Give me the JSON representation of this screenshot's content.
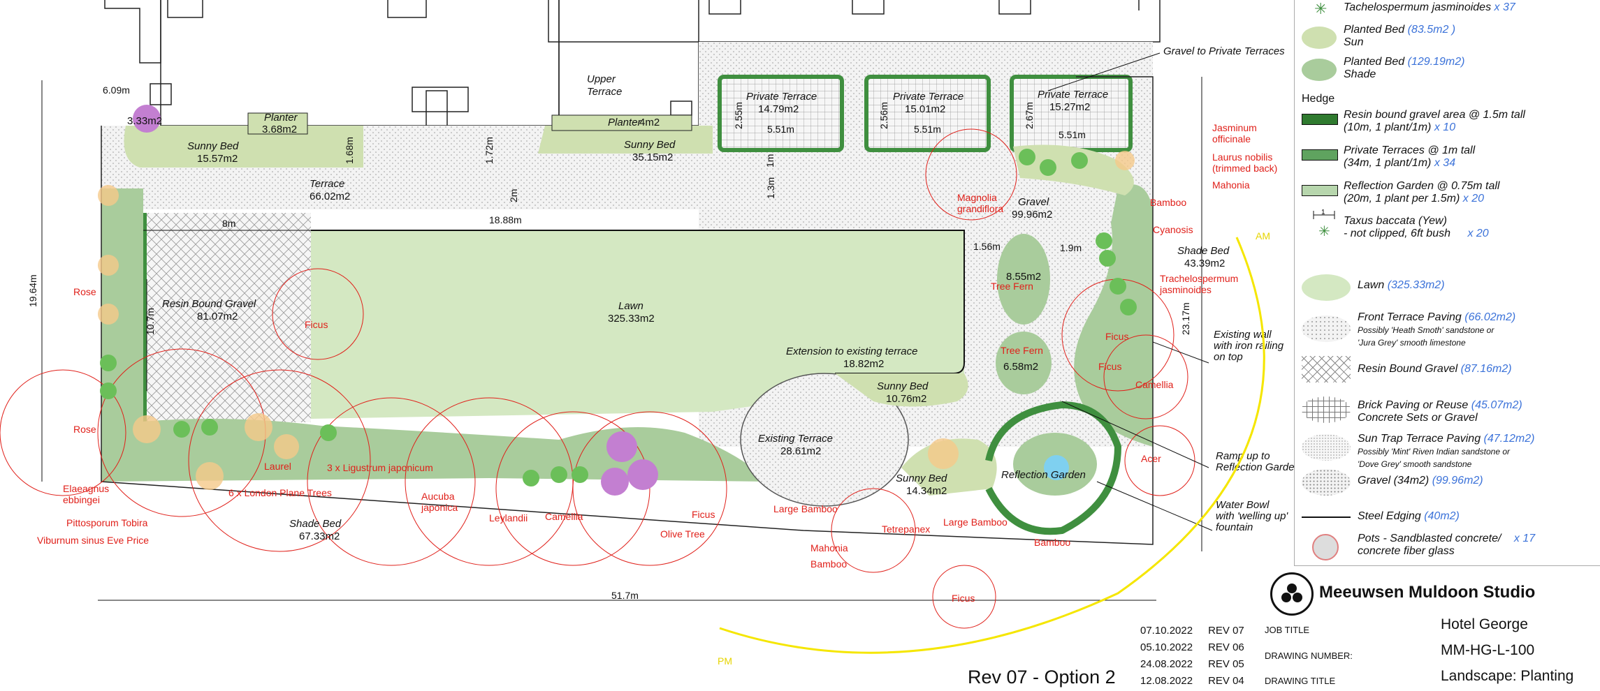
{
  "site_labels": {
    "upper_terrace_1": "Upper",
    "upper_terrace_2": "Terrace",
    "planter_1": "Planter",
    "planter_1_area": "3.68m2",
    "planter_2": "Planter",
    "planter_2_area": "4m2",
    "bed_333": "3.33m2",
    "sunny_bed_1": "Sunny Bed",
    "sunny_bed_1_area": "15.57m2",
    "sunny_bed_2": "Sunny Bed",
    "sunny_bed_2_area": "35.15m2",
    "terrace": "Terrace",
    "terrace_area": "66.02m2",
    "pt1": "Private Terrace",
    "pt1_area": "14.79m2",
    "pt2": "Private Terrace",
    "pt2_area": "15.01m2",
    "pt3": "Private Terrace",
    "pt3_area": "15.27m2",
    "resin": "Resin Bound Gravel",
    "resin_area": "81.07m2",
    "lawn": "Lawn",
    "lawn_area": "325.33m2",
    "extension": "Extension to existing terrace",
    "extension_area": "18.82m2",
    "sunny_bed_3": "Sunny Bed",
    "sunny_bed_3_area": "10.76m2",
    "existing_terrace": "Existing Terrace",
    "existing_terrace_area": "28.61m2",
    "sunny_bed_4": "Sunny Bed",
    "sunny_bed_4_area": "14.34m2",
    "gravel": "Gravel",
    "gravel_area": "99.96m2",
    "bed_855": "8.55m2",
    "bed_658": "6.58m2",
    "shade_bed_1": "Shade Bed",
    "shade_bed_1_area": "43.39m2",
    "shade_bed_2": "Shade Bed",
    "shade_bed_2_area": "67.33m2",
    "reflection": "Reflection Garden"
  },
  "dimensions": {
    "d609": "6.09m",
    "d168": "1.68m",
    "d172": "1.72m",
    "d255": "2.55m",
    "d256": "2.56m",
    "d267": "2.67m",
    "d551a": "5.51m",
    "d551b": "5.51m",
    "d551c": "5.51m",
    "d1m": "1m",
    "d13m": "1.3m",
    "d2m": "2m",
    "d8m": "8m",
    "d1888": "18.88m",
    "d1964": "19.64m",
    "d107": "10.7m",
    "d156": "1.56m",
    "d19": "1.9m",
    "d2317": "23.17m",
    "d517": "51.7m"
  },
  "plants": {
    "jasminum": "Jasminum\nofficinale",
    "laurus": "Laurus nobilis\n(trimmed back)",
    "mahonia1": "Mahonia",
    "magnolia": "Magnolia\ngrandiflora",
    "bamboo1": "Bamboo",
    "cyanosis": "Cyanosis",
    "trachelo": "Trachelospermum\njasminoides",
    "tree_fern1": "Tree Fern",
    "tree_fern2": "Tree Fern",
    "ficus1": "Ficus",
    "ficus2": "Ficus",
    "ficus3": "Ficus",
    "ficus4": "Ficus",
    "ficus5": "Ficus",
    "camellia1": "Camellia",
    "acer": "Acer",
    "rose1": "Rose",
    "rose2": "Rose",
    "elaeagnus": "Elaeagnus\nebbingei",
    "london_plane": "6 x London Plane Trees",
    "ligustrum": "3 x Ligustrum japonicum",
    "laurel": "Laurel",
    "pittosporum": "Pittosporum Tobira",
    "viburnum": "Viburnum sinus Eve Price",
    "aucuba": "Aucuba\njaponica",
    "leylandii": "Leylandii",
    "camellia2": "Camellia",
    "olive": "Olive Tree",
    "large_bamboo1": "Large Bamboo",
    "mahonia2": "Mahonia",
    "bamboo2": "Bamboo",
    "tetrepanex": "Tetrepanex",
    "large_bamboo2": "Large Bamboo",
    "bamboo3": "Bamboo"
  },
  "notes": {
    "gravel_private": "Gravel to Private Terraces",
    "existing_wall": "Existing wall\nwith iron railing\non top",
    "ramp": "Ramp up to\nReflection Garden",
    "water_bowl": "Water Bowl\nwith 'welling up'\nfountain",
    "am": "AM",
    "pm": "PM"
  },
  "legend": {
    "trachelo": {
      "name": "Tachelospermum jasminoides",
      "qty": "x 37"
    },
    "planted_sun": {
      "name1": "Planted Bed",
      "name2": "Sun",
      "area": "(83.5m2 )"
    },
    "planted_shade": {
      "name1": "Planted Bed",
      "name2": "Shade",
      "area": "(129.19m2)"
    },
    "hedge_title": "Hedge",
    "resin_hedge": {
      "name1": "Resin bound gravel area  @ 1.5m tall",
      "name2": "(10m, 1 plant/1m)",
      "qty": "x 10"
    },
    "private_hedge": {
      "name1": "Private Terraces  @ 1m tall",
      "name2": "(34m, 1 plant/1m)",
      "qty": "x 34"
    },
    "reflection_hedge": {
      "name1": "Reflection Garden @ 0.75m tall",
      "name2": "(20m, 1 plant per 1.5m)",
      "qty": "x 20"
    },
    "taxus": {
      "name1": "Taxus baccata (Yew)",
      "name2": "- not clipped, 6ft bush",
      "qty": "x 20",
      "mark": "1"
    },
    "lawn": {
      "name": "Lawn",
      "area": "(325.33m2)"
    },
    "front_paving": {
      "name": "Front Terrace Paving",
      "area": "(66.02m2)",
      "note1": "Possibly 'Heath Smoth' sandstone or",
      "note2": "'Jura Grey' smooth limestone"
    },
    "resin_gravel": {
      "name": "Resin Bound Gravel",
      "area": "(87.16m2)"
    },
    "brick": {
      "name1": "Brick Paving or Reuse",
      "name2": "Concrete Sets or Gravel",
      "area": "(45.07m2)"
    },
    "suntrap": {
      "name": "Sun Trap Terrace Paving",
      "area": "(47.12m2)",
      "note1": "Possibly 'Mint' Riven Indian sandstone or",
      "note2": "'Dove Grey' smooth sandstone"
    },
    "gravel": {
      "name": "Gravel (34m2)",
      "area": "(99.96m2)"
    },
    "steel": {
      "name": "Steel Edging",
      "area": "(40m2)"
    },
    "pots": {
      "name1": "Pots - Sandblasted concrete/",
      "name2": "concrete fiber glass",
      "qty": "x 17"
    }
  },
  "title_block": {
    "studio": "Meeuwsen Muldoon Studio",
    "job_title_label": "JOB TITLE",
    "job_title": "Hotel George",
    "drawing_number_label": "DRAWING NUMBER:",
    "drawing_number": "MM-HG-L-100",
    "drawing_title_label": "DRAWING TITLE",
    "drawing_title": "Landscape: Planting",
    "revision_banner": "Rev 07 - Option 2",
    "revisions": [
      {
        "date": "07.10.2022",
        "rev": "REV 07"
      },
      {
        "date": "05.10.2022",
        "rev": "REV 06"
      },
      {
        "date": "24.08.2022",
        "rev": "REV 05"
      },
      {
        "date": "12.08.2022",
        "rev": "REV 04"
      }
    ]
  },
  "colors": {
    "lawn": "#d4e8c2",
    "sun_bed": "#cfe0b0",
    "shade_bed": "#a9cc9c",
    "hedge": "#3f8f3f",
    "plant_red": "#e0201a",
    "accent_blue": "#3b72d9",
    "sun_arc": "#f5e600"
  }
}
